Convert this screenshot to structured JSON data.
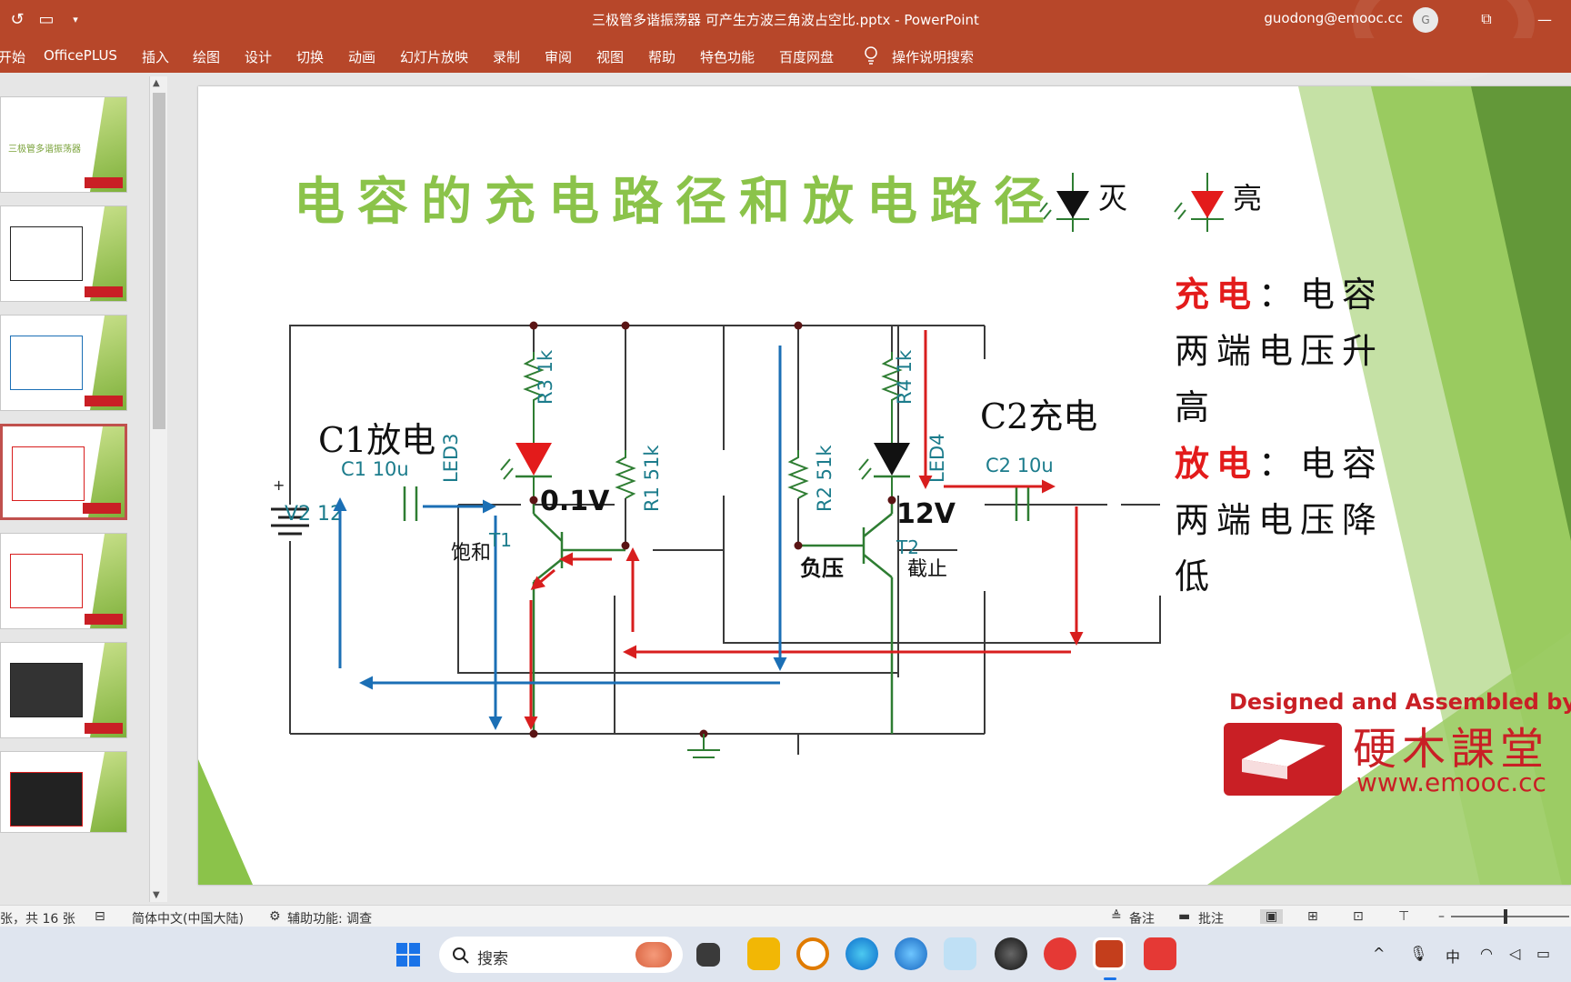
{
  "titlebar": {
    "document_title": "三极管多谐振荡器 可产生方波三角波占空比.pptx  -  PowerPoint",
    "user_email": "guodong@emooc.cc",
    "avatar_letter": "G",
    "save_icon": "autosave-icon",
    "present_icon": "present-from-start-icon"
  },
  "ribbon": {
    "tabs": [
      "开始",
      "OfficePLUS",
      "插入",
      "绘图",
      "设计",
      "切换",
      "动画",
      "幻灯片放映",
      "录制",
      "审阅",
      "视图",
      "帮助",
      "特色功能",
      "百度网盘"
    ],
    "tell_me": "操作说明搜索"
  },
  "thumbnails": {
    "first_title": "三极管多谐振荡器",
    "selected_index": 3
  },
  "slide": {
    "title": "电容的充电路径和放电路径",
    "legend_off": "灭",
    "legend_on": "亮",
    "right_text": {
      "charge_label": "充电",
      "charge_desc_1": "：电容",
      "charge_desc_2": "两端电压升",
      "charge_desc_3": "高",
      "discharge_label": "放电",
      "discharge_desc_1": "：电容",
      "discharge_desc_2": "两端电压降",
      "discharge_desc_3": "低"
    },
    "circuit": {
      "c1_state": "C1放电",
      "c2_state": "C2充电",
      "c1_label": "C1 10u",
      "c2_label": "C2 10u",
      "r1_label": "R1 51k",
      "r2_label": "R2 51k",
      "r3_label": "R3 1k",
      "r4_label": "R4 1k",
      "led3_label": "LED3",
      "led4_label": "LED4",
      "v2_label": "V2 12",
      "plus_sign": "+",
      "t1_label": "T1",
      "t2_label": "T2",
      "t1_voltage": "0.1V",
      "t2_voltage": "12V",
      "t1_state": "饱和",
      "t2_state": "截止",
      "t2_base_state": "负压"
    },
    "brand": {
      "credit": "Designed and Assembled by",
      "name": "硬木課堂",
      "url": "www.emooc.cc"
    },
    "colors": {
      "title_green": "#8bc34a",
      "arrow_red": "#d81e1e",
      "arrow_blue": "#1b6fb5",
      "wire_dark": "#3a3a3a",
      "component_green": "#2e7d32",
      "label_teal": "#1c7c8c",
      "brand_red": "#c91f25"
    }
  },
  "statusbar": {
    "slide_count": "张，共 16 张",
    "language": "简体中文(中国大陆)",
    "accessibility": "辅助功能: 调查",
    "notes": "备注",
    "comments": "批注"
  },
  "taskbar": {
    "search_placeholder": "搜索",
    "ime": "中"
  }
}
